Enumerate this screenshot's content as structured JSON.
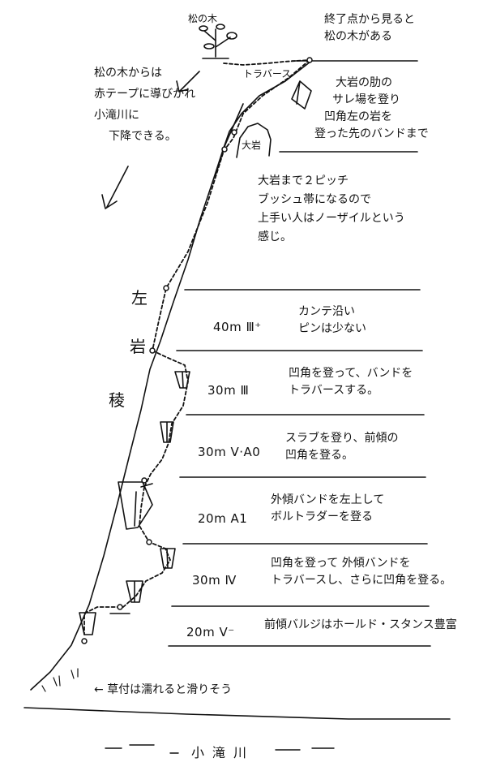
{
  "top_note": [
    "終了点から見ると",
    "松の木がある"
  ],
  "pine_label": "松の木",
  "traverse_label": "トラバース",
  "descent_note": [
    "松の木からは",
    "赤テープに導びかれ",
    "小滝川に",
    "下降できる。"
  ],
  "big_rock_label": "大岩",
  "big_rock_note": [
    "大岩の肋の",
    "サレ場を登り",
    "凹角左の岩を",
    "登った先のバンドまで"
  ],
  "bush_note": [
    "大岩まで２ピッチ",
    "ブッシュ帯になるので",
    "上手い人はノーザイルという",
    "感じ。"
  ],
  "ridge_label": [
    "左",
    "岩",
    "稜"
  ],
  "pitches": [
    {
      "grade": "40m Ⅲ⁺",
      "note": [
        "カンテ沿い",
        "ピンは少ない"
      ]
    },
    {
      "grade": "30m Ⅲ",
      "note": [
        "凹角を登って、バンドを",
        "トラバースする。"
      ]
    },
    {
      "grade": "30m Ⅴ·A0",
      "note": [
        "スラブを登り、前傾の",
        "凹角を登る。"
      ]
    },
    {
      "grade": "20m A1",
      "note": [
        "外傾バンドを左上して",
        "ボルトラダーを登る"
      ]
    },
    {
      "grade": "30m Ⅳ",
      "note": [
        "凹角を登って 外傾バンドを",
        "トラバースし、さらに凹角を登る。"
      ]
    },
    {
      "grade": "20m Ⅴ⁻",
      "note": [
        "前傾バルジはホールド・スタンス豊富"
      ]
    }
  ],
  "grass_note": "← 草付は濡れると滑りそう",
  "river_label": "小滝川"
}
